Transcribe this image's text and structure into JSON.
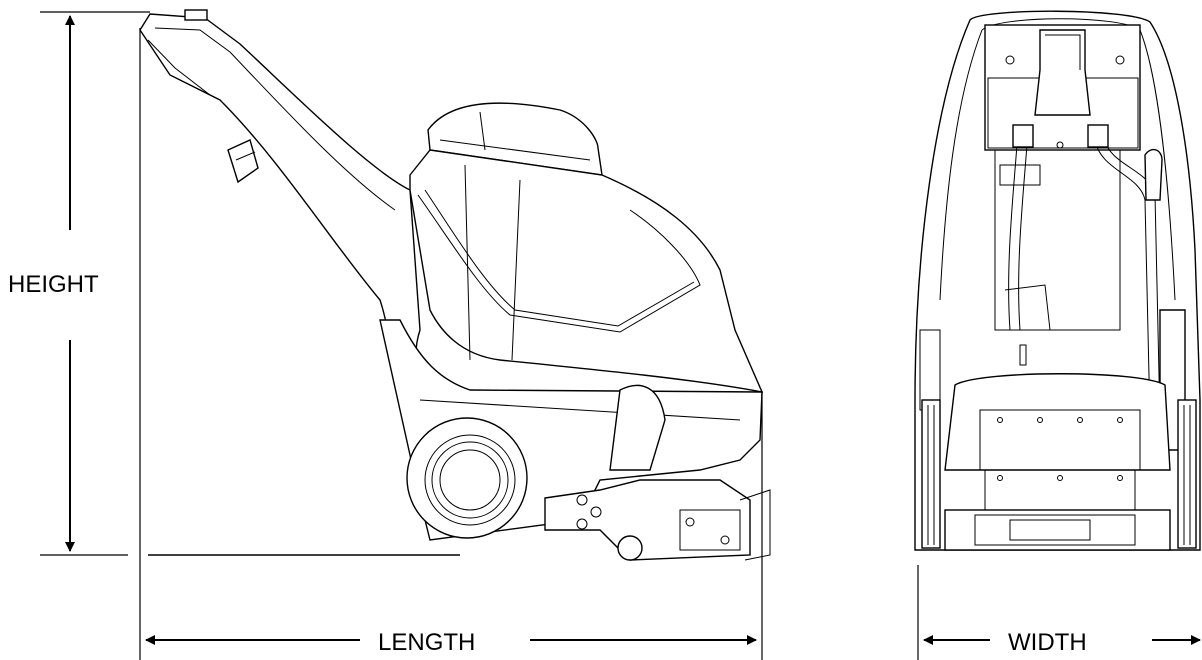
{
  "labels": {
    "height": "HEIGHT",
    "length": "LENGTH",
    "width": "WIDTH"
  },
  "colors": {
    "ink": "#000000",
    "paper": "#ffffff"
  },
  "views": {
    "side": "side-view-machine",
    "front": "front-view-machine"
  }
}
